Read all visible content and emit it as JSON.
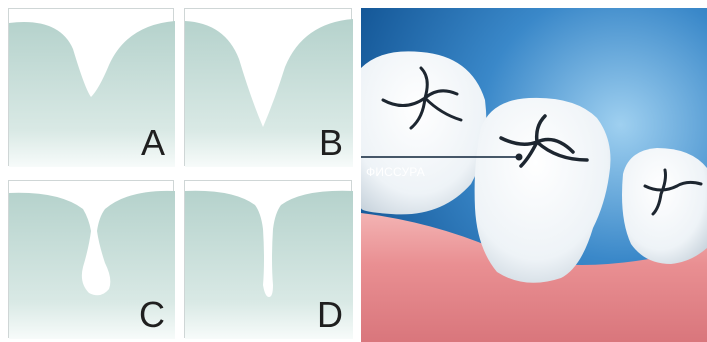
{
  "panels": [
    {
      "id": "a",
      "letter": "A"
    },
    {
      "id": "b",
      "letter": "B"
    },
    {
      "id": "c",
      "letter": "C"
    },
    {
      "id": "d",
      "letter": "D"
    }
  ],
  "photo": {
    "callout_label": "ФИССУРА"
  },
  "colors": {
    "enamel_top": "#b5d2cc",
    "enamel_bottom": "#f7fbfa",
    "panel_border": "#cfd6d6",
    "sky_top": "#0e4f8f",
    "sky_mid": "#3a88c9",
    "gum": "#e98f92",
    "tooth": "#f3f7fa",
    "fissure": "#1d2630"
  }
}
